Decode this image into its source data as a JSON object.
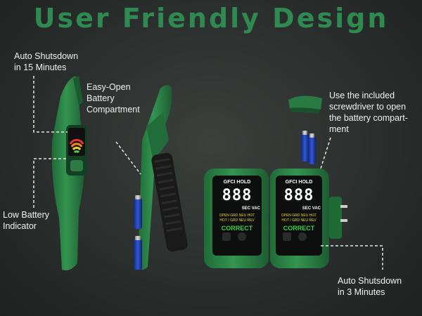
{
  "title": "User Friendly Design",
  "callouts": {
    "auto_shutdown_15": [
      "Auto Shutsdown",
      "in 15 Minutes"
    ],
    "battery_compartment": [
      "Easy-Open",
      "Battery",
      "Compartment"
    ],
    "screwdriver": [
      "Use the included",
      "screwdriver to open",
      "the battery compart-",
      "ment"
    ],
    "low_battery": [
      "Low Battery",
      "Indicator"
    ],
    "auto_shutdown_3": [
      "Auto Shutsdown",
      "in 3 Minutes"
    ]
  },
  "device_screen": {
    "mode": "GFCI HOLD",
    "digits": "888",
    "unit": "SEC VAC",
    "row1": "OPEN GRD NEU HOT",
    "row2": "HOT / GRD NEU REV",
    "status": "CORRECT"
  },
  "colors": {
    "device_green": "#2f8a4c",
    "title_green": "#2e8a50",
    "battery_blue": "#1f3fa8",
    "screen_green": "#39d24a"
  }
}
